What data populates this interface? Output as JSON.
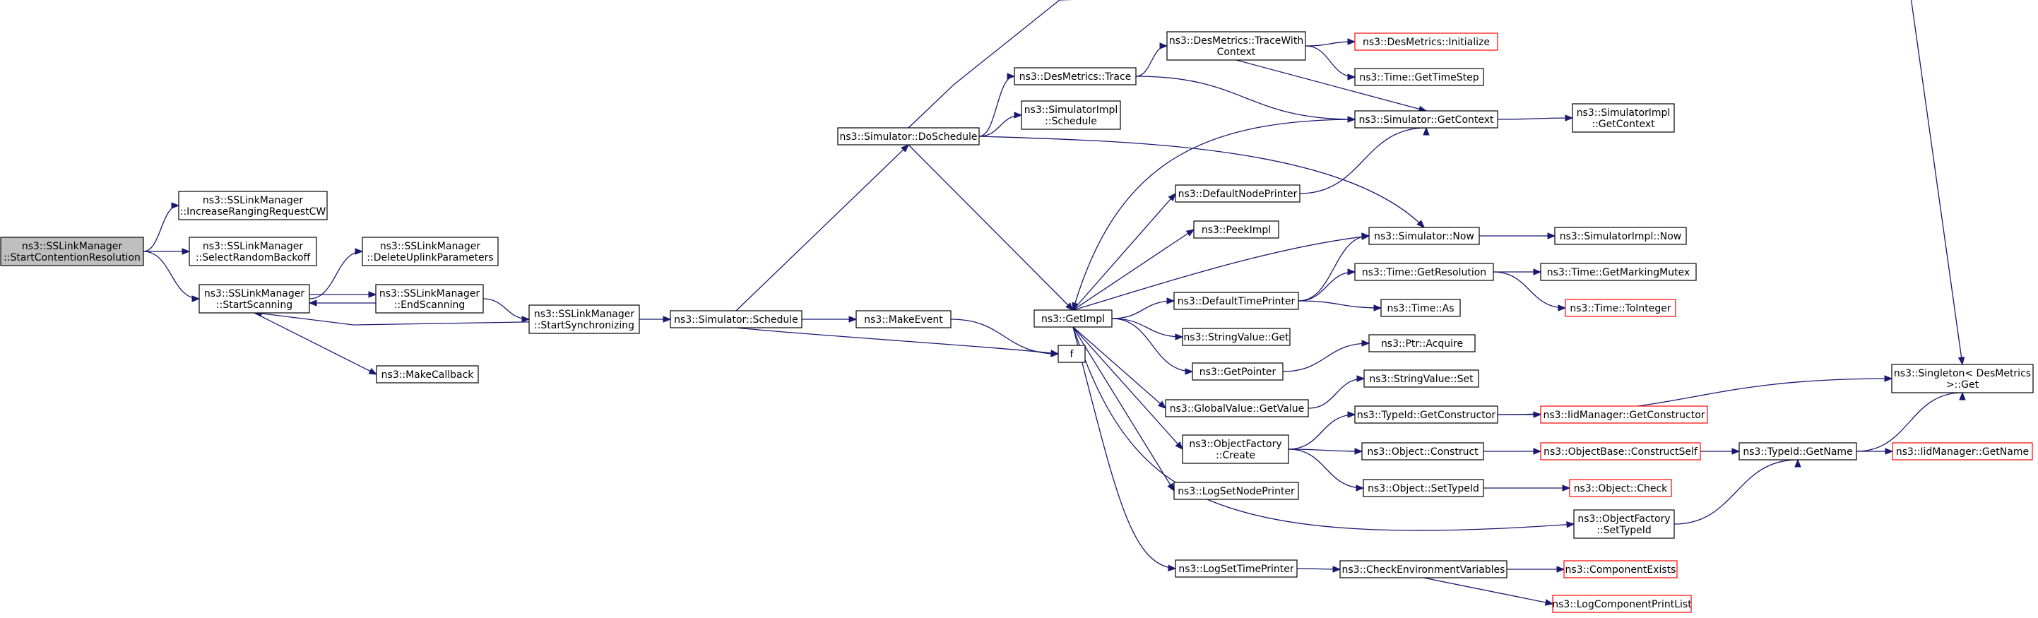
{
  "colors": {
    "edge": "#191970",
    "node_border": "#000000",
    "truncated_border": "#ff0000",
    "root_fill": "#bfbfbf"
  },
  "nodes": {
    "start_contention": {
      "lines": [
        "ns3::SSLinkManager",
        "::StartContentionResolution"
      ]
    },
    "increase_cw": {
      "lines": [
        "ns3::SSLinkManager",
        "::IncreaseRangingRequestCW"
      ]
    },
    "select_backoff": {
      "lines": [
        "ns3::SSLinkManager",
        "::SelectRandomBackoff"
      ]
    },
    "start_scanning": {
      "lines": [
        "ns3::SSLinkManager",
        "::StartScanning"
      ]
    },
    "delete_uplink": {
      "lines": [
        "ns3::SSLinkManager",
        "::DeleteUplinkParameters"
      ]
    },
    "end_scanning": {
      "lines": [
        "ns3::SSLinkManager",
        "::EndScanning"
      ]
    },
    "make_callback": {
      "lines": [
        "ns3::MakeCallback"
      ]
    },
    "start_sync": {
      "lines": [
        "ns3::SSLinkManager",
        "::StartSynchronizing"
      ]
    },
    "sim_schedule": {
      "lines": [
        "ns3::Simulator::Schedule"
      ]
    },
    "sim_doschedule": {
      "lines": [
        "ns3::Simulator::DoSchedule"
      ]
    },
    "make_event": {
      "lines": [
        "ns3::MakeEvent"
      ]
    },
    "f": {
      "lines": [
        "f"
      ]
    },
    "des_trace": {
      "lines": [
        "ns3::DesMetrics::Trace"
      ]
    },
    "simimpl_schedule": {
      "lines": [
        "ns3::SimulatorImpl",
        "::Schedule"
      ]
    },
    "des_trace_ctx": {
      "lines": [
        "ns3::DesMetrics::TraceWith",
        "Context"
      ]
    },
    "des_init": {
      "lines": [
        "ns3::DesMetrics::Initialize"
      ]
    },
    "time_getstep": {
      "lines": [
        "ns3::Time::GetTimeStep"
      ]
    },
    "sim_getctx": {
      "lines": [
        "ns3::Simulator::GetContext"
      ]
    },
    "simimpl_getctx": {
      "lines": [
        "ns3::SimulatorImpl",
        "::GetContext"
      ]
    },
    "getimpl": {
      "lines": [
        "ns3::GetImpl"
      ]
    },
    "default_node_printer": {
      "lines": [
        "ns3::DefaultNodePrinter"
      ]
    },
    "peekimpl": {
      "lines": [
        "ns3::PeekImpl"
      ]
    },
    "sim_now": {
      "lines": [
        "ns3::Simulator::Now"
      ]
    },
    "simimpl_now": {
      "lines": [
        "ns3::SimulatorImpl::Now"
      ]
    },
    "default_time_printer": {
      "lines": [
        "ns3::DefaultTimePrinter"
      ]
    },
    "time_getres": {
      "lines": [
        "ns3::Time::GetResolution"
      ]
    },
    "time_getmutex": {
      "lines": [
        "ns3::Time::GetMarkingMutex"
      ]
    },
    "time_as": {
      "lines": [
        "ns3::Time::As"
      ]
    },
    "time_tointeger": {
      "lines": [
        "ns3::Time::ToInteger"
      ]
    },
    "stringvalue_get": {
      "lines": [
        "ns3::StringValue::Get"
      ]
    },
    "ptr_acquire": {
      "lines": [
        "ns3::Ptr::Acquire"
      ]
    },
    "getpointer": {
      "lines": [
        "ns3::GetPointer"
      ]
    },
    "stringvalue_set": {
      "lines": [
        "ns3::StringValue::Set"
      ]
    },
    "globalvalue_getvalue": {
      "lines": [
        "ns3::GlobalValue::GetValue"
      ]
    },
    "singleton_get": {
      "lines": [
        "ns3::Singleton< DesMetrics",
        " >::Get"
      ]
    },
    "typeid_getctor": {
      "lines": [
        "ns3::TypeId::GetConstructor"
      ]
    },
    "iidmgr_getctor": {
      "lines": [
        "ns3::IidManager::GetConstructor"
      ]
    },
    "objfactory_create": {
      "lines": [
        "ns3::ObjectFactory",
        "::Create"
      ]
    },
    "object_construct": {
      "lines": [
        "ns3::Object::Construct"
      ]
    },
    "objectbase_constructself": {
      "lines": [
        "ns3::ObjectBase::ConstructSelf"
      ]
    },
    "typeid_getname": {
      "lines": [
        "ns3::TypeId::GetName"
      ]
    },
    "iidmgr_getname": {
      "lines": [
        "ns3::IidManager::GetName"
      ]
    },
    "object_settypeid": {
      "lines": [
        "ns3::Object::SetTypeId"
      ]
    },
    "object_check": {
      "lines": [
        "ns3::Object::Check"
      ]
    },
    "logset_nodeprinter": {
      "lines": [
        "ns3::LogSetNodePrinter"
      ]
    },
    "objfactory_settypeid": {
      "lines": [
        "ns3::ObjectFactory",
        "::SetTypeId"
      ]
    },
    "logset_timeprinter": {
      "lines": [
        "ns3::LogSetTimePrinter"
      ]
    },
    "check_env_vars": {
      "lines": [
        "ns3::CheckEnvironmentVariables"
      ]
    },
    "component_exists": {
      "lines": [
        "ns3::ComponentExists"
      ]
    },
    "logcomp_printlist": {
      "lines": [
        "ns3::LogComponentPrintList"
      ]
    }
  }
}
